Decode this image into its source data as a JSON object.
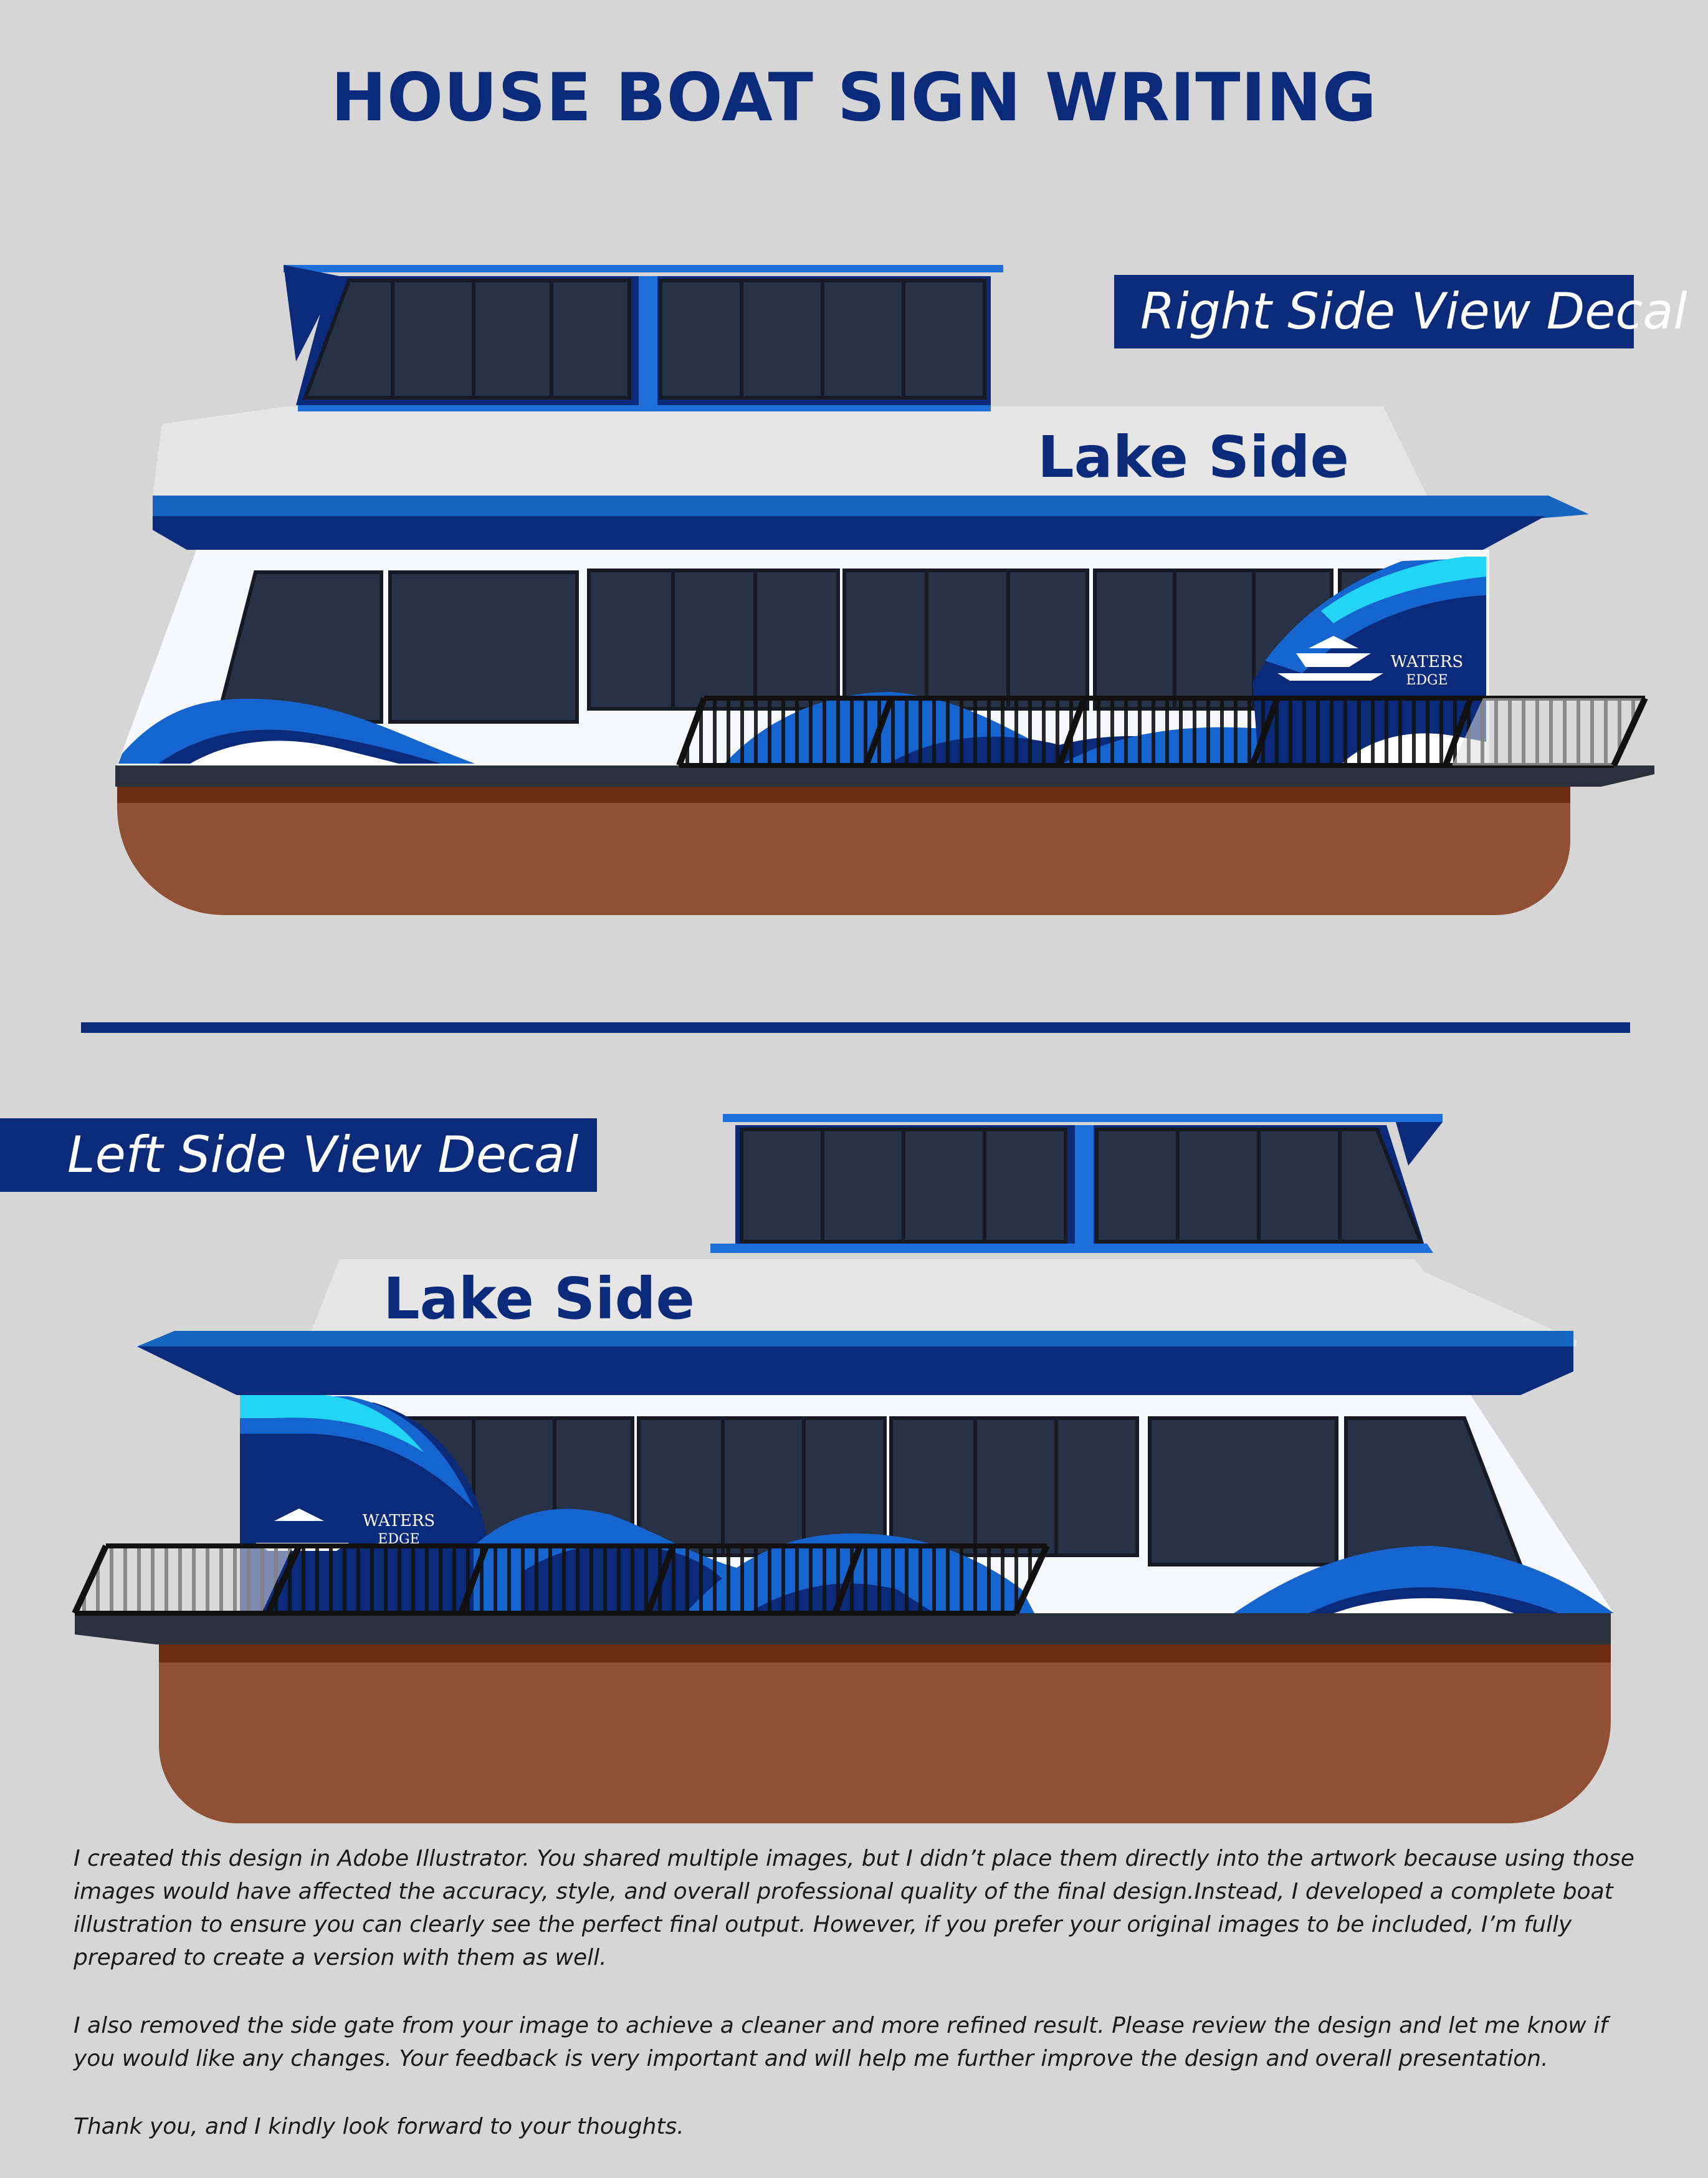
{
  "title": "HOUSE BOAT SIGN WRITING",
  "views": {
    "right": {
      "label": "Right Side View Decal"
    },
    "left": {
      "label": "Left Side View Decal"
    }
  },
  "boat": {
    "name": "Lake Side",
    "logo": {
      "line1": "WATERS",
      "line2": "EDGE"
    }
  },
  "notes": [
    "I created this design in Adobe Illustrator. You shared multiple images, but I didn’t place them directly into the artwork because using those images would have affected the accuracy, style, and overall professional quality of the final design.Instead, I developed a complete boat illustration to ensure you can clearly see the perfect final output. However, if you prefer your original images to be included, I’m fully prepared to create a version with them as well.",
    "I also removed the side gate from your image to achieve a cleaner and more refined result. Please review the design and let me know if you would like any changes. Your feedback is very important and will help me further improve the design and overall presentation.",
    "Thank you, and I kindly look forward to your thoughts."
  ],
  "colors": {
    "navy": "#0b2a7a",
    "blue": "#1565c0",
    "bright_blue": "#1e6fd9",
    "cyan": "#23d4f4",
    "window": "#283246",
    "hull": "#8f5034",
    "hull_stripe": "#6d2d12",
    "deck": "#2b303b",
    "cabin_white": "#f6f8fb",
    "upper_grey": "#e6e6e6"
  }
}
